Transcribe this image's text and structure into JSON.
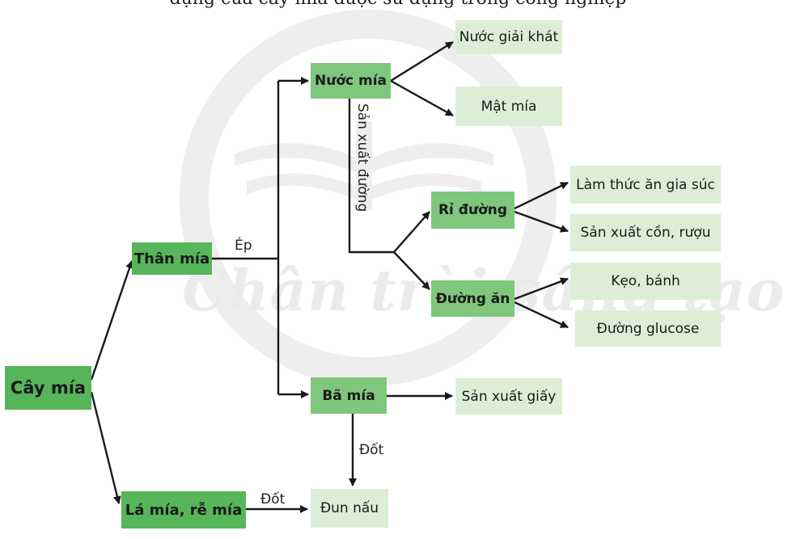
{
  "top_cut_text": "dụng của cây mía được sử dụng trong công nghiệp",
  "watermark": {
    "text": "Chân trời sáng tạo"
  },
  "nodes": {
    "cay_mia": "Cây mía",
    "than_mia": "Thân mía",
    "la_mia_re_mia": "Lá mía, rễ mía",
    "nuoc_mia": "Nước mía",
    "ba_mia": "Bã mía",
    "ri_duong": "Rỉ đường",
    "duong_an": "Đường ăn",
    "nuoc_giai_khat": "Nước giải khát",
    "mat_mia": "Mật mía",
    "lam_thuc_an_gia_suc": "Làm thức ăn gia súc",
    "san_xuat_con_ruou": "Sản xuất cồn, rượu",
    "keo_banh": "Kẹo, bánh",
    "duong_glucose": "Đường glucose",
    "san_xuat_giay": "Sản xuất giấy",
    "dun_nau": "Đun nấu"
  },
  "edge_labels": {
    "ep": "Ép",
    "dot_ba_mia": "Đốt",
    "dot_la_mia": "Đốt",
    "san_xuat_duong": "Sản xuất đường"
  },
  "colors": {
    "dark_green": "#57b55a",
    "mid_green": "#7fc77d",
    "light_green": "#dcefd6",
    "arrow": "#1a1a1a"
  }
}
